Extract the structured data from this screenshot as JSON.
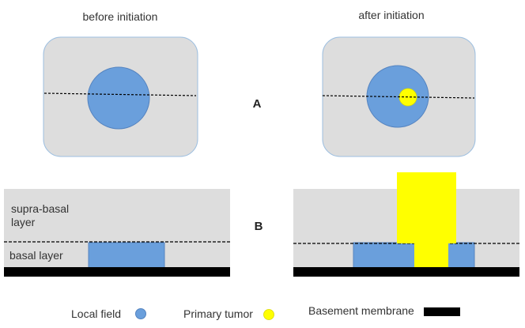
{
  "titles": {
    "before": "before initiation",
    "after": "after initiation"
  },
  "panels": {
    "a": "A",
    "b": "B"
  },
  "layers": {
    "supra_basal_line1": "supra-basal",
    "supra_basal_line2": "layer",
    "basal": "basal layer"
  },
  "legend": {
    "local_field": "Local field",
    "primary_tumor": "Primary tumor",
    "basement_membrane": "Basement membrane"
  },
  "colors": {
    "tissue_fill": "#dddddd",
    "tissue_edge": "#9dbfe0",
    "local_field": "#6a9fdc",
    "local_field_edge": "#5584c0",
    "primary_tumor": "#ffff00",
    "basement_membrane": "#000000"
  }
}
